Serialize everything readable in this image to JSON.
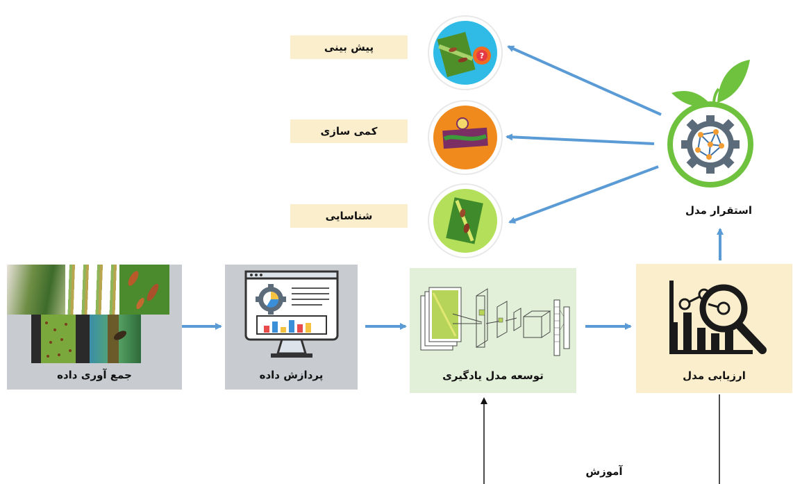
{
  "outputs": {
    "prediction": "پیش بینی",
    "quantification": "کمی سازی",
    "identification": "شناسایی"
  },
  "deploy": {
    "label": "استقرار مدل"
  },
  "pipeline": {
    "data_collection": "جمع آوری داده",
    "data_processing": "پردازش داده",
    "model_development": "توسعه مدل یادگیری",
    "model_evaluation": "ارزیابی مدل"
  },
  "training": {
    "label": "آموزش"
  },
  "colors": {
    "arrow": "#5b9bd5",
    "stage_gray": "#c8ccd1",
    "dev_green": "#e2efd9",
    "eval_cream": "#fbeecd",
    "leaf_green": "#6fc23e"
  }
}
